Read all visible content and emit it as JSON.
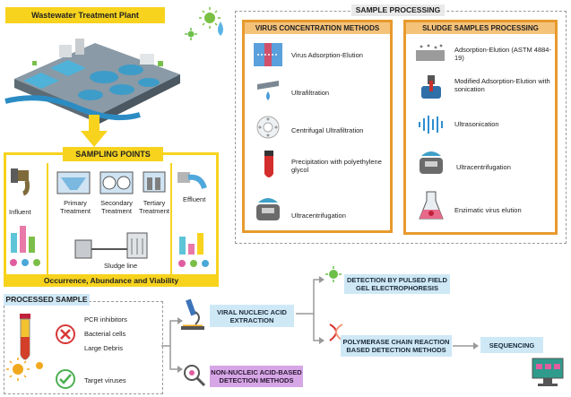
{
  "plant": {
    "title": "Wastewater Treatment Plant"
  },
  "sampling": {
    "header": "SAMPLING POINTS",
    "points": [
      "Influent",
      "Primary Treatment",
      "Secondary Treatment",
      "Tertiary Treatment",
      "Effluent",
      "Sludge line"
    ],
    "footer": "Occurrence, Abundance and Viability"
  },
  "sample_processing": {
    "title": "SAMPLE PROCESSING",
    "virus_methods": {
      "header": "VIRUS CONCENTRATION METHODS",
      "items": [
        "Virus Adsorption-Elution",
        "Ultrafiltration",
        "Centrifugal Ultrafiltration",
        "Precipitation with polyethylene glycol",
        "Ultracentrifugation"
      ]
    },
    "sludge_methods": {
      "header": "SLUDGE SAMPLES PROCESSING",
      "items": [
        "Adsorption-Elution (ASTM 4884-19)",
        "Modified Adsorption-Elution with sonication",
        "Ultrasonication",
        "Ultracentrifugation",
        "Enzimatic virus elution"
      ]
    }
  },
  "processed_sample": {
    "title": "PROCESSED SAMPLE",
    "removed": [
      "PCR inhibitors",
      "Bacterial cells",
      "Large Debris"
    ],
    "kept": "Target viruses"
  },
  "flow": {
    "viral_nucleic_acid": "VIRAL NUCLEIC ACID EXTRACTION",
    "non_nucleic": "NON-NUCLEIC ACID-BASED DETECTION METHODS",
    "pfge": "DETECTION BY PULSED FIELD GEL ELECTROPHORESIS",
    "pcr": "POLYMERASE CHAIN REACTION BASED DETECTION METHODS",
    "sequencing": "SEQUENCING"
  },
  "colors": {
    "yellow": "#f7d31e",
    "orange": "#e79a2e",
    "light_blue": "#cfe8f6",
    "purple": "#d7a6e6",
    "gray_dash": "#9a9a9a"
  }
}
